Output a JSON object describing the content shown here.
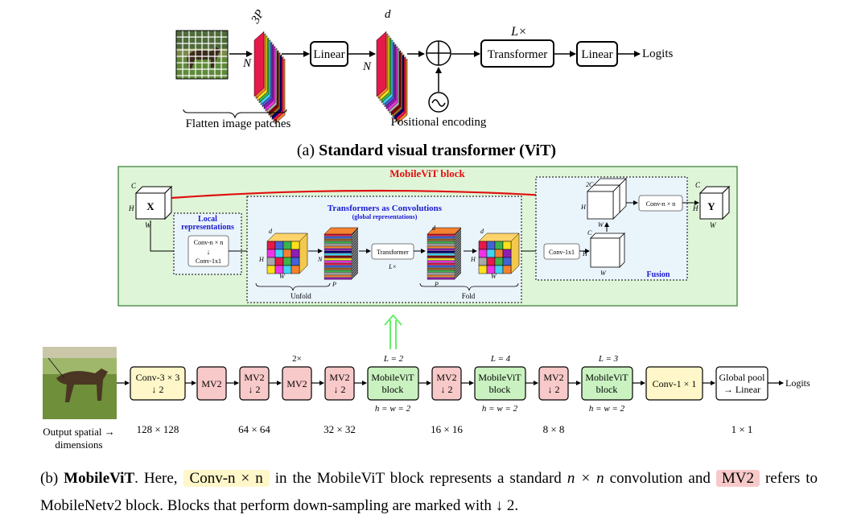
{
  "vit": {
    "dim_3p": "3P",
    "dim_n": "N",
    "dim_d": "d",
    "linear_label": "Linear",
    "transformer_label": "Transformer",
    "l_times": "L×",
    "logits_label": "Logits",
    "flatten_caption": "Flatten image patches",
    "pos_enc_caption": "Positional encoding",
    "caption_prefix": "(a) ",
    "caption_bold": "Standard visual transformer (ViT)"
  },
  "mobilevit_block": {
    "title": "MobileViT block",
    "x_label": "X",
    "y_label": "Y",
    "dim_c": "C",
    "dim_h": "H",
    "dim_w": "W",
    "dim_d": "d",
    "dim_n": "N",
    "dim_p": "P",
    "dim_2c": "2C",
    "local_title_1": "Local",
    "local_title_2": "representations",
    "conv_nxn": "Conv-n × n",
    "down_arrow": "↓",
    "conv_1x1": "Conv-1x1",
    "tac_title": "Transformers as Convolutions",
    "tac_subtitle": "(global representations)",
    "transformer_small": "Transformer",
    "l_times_small": "L×",
    "unfold_label": "Unfold",
    "fold_label": "Fold",
    "fusion_label": "Fusion"
  },
  "mobilevit_arch": {
    "out_dims_label_1": "Output spatial →",
    "out_dims_label_2": "dimensions",
    "conv3": [
      "Conv-3 × 3",
      "↓ 2"
    ],
    "mv2": "MV2",
    "mv2_down": [
      "MV2",
      "↓ 2"
    ],
    "two_times": "2×",
    "mvit_block": [
      "MobileViT",
      "block"
    ],
    "l2": "L = 2",
    "l4": "L = 4",
    "l3": "L = 3",
    "hw2": "h = w = 2",
    "conv1": "Conv-1 × 1",
    "global_pool": [
      "Global pool",
      "→ Linear"
    ],
    "logits": "Logits",
    "res": [
      "128 × 128",
      "64 × 64",
      "32 × 32",
      "16 × 16",
      "8 × 8",
      "1 × 1"
    ]
  },
  "caption_b": {
    "prefix": "(b) ",
    "bold": "MobileViT",
    "t1": ". Here, ",
    "conv_hl": "Conv-n × n",
    "t2": " in the MobileViT block represents a standard ",
    "nxn": "n × n",
    "t3": " convolution and ",
    "mv2_hl": "MV2",
    "t4": " refers to MobileNetv2 block. Blocks that perform down-sampling are marked with ↓ 2."
  },
  "colors": {
    "green_panel": "#dff5d8",
    "green_border": "#2f7a2f",
    "inner_panel": "#eaf4fb",
    "red_title": "#e01010",
    "blue_title": "#1a1ad0",
    "yellow_box": "#fff7c9",
    "pink_box": "#f8c9c9",
    "green_box": "#c9f2c0",
    "arrow_green": "#66ee66"
  }
}
